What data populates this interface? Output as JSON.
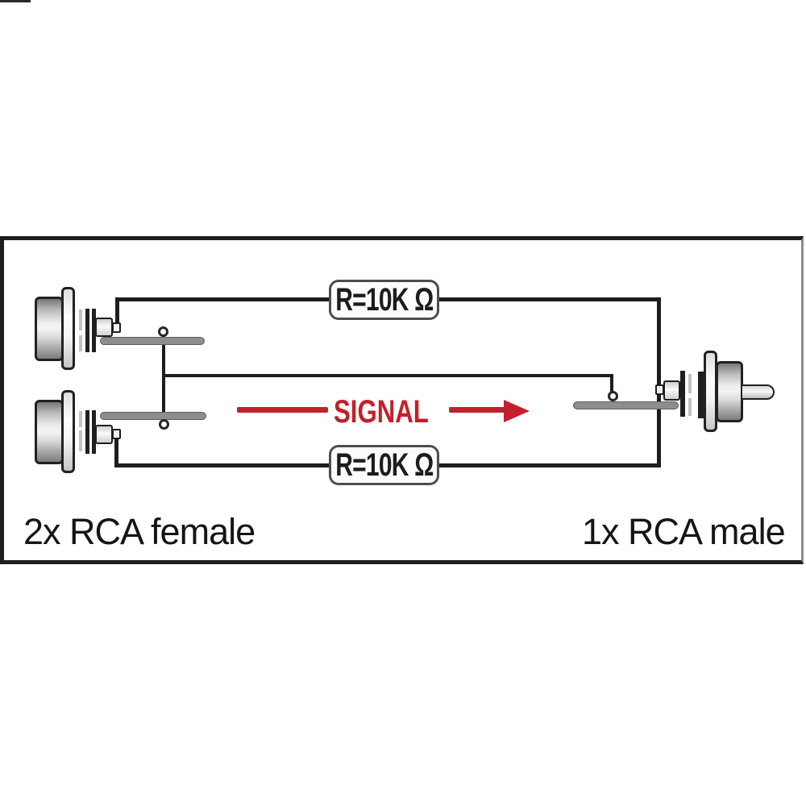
{
  "frame": {
    "border_color": "#1e1e1e",
    "background": "#ffffff"
  },
  "labels": {
    "left": "2x RCA female",
    "right": "1x RCA male"
  },
  "signal": {
    "label": "SIGNAL",
    "color": "#c2202c"
  },
  "resistors": [
    {
      "label": "R=10K Ω"
    },
    {
      "label": "R=10K Ω"
    }
  ],
  "colors": {
    "wire": "#1d1d1d",
    "ground_bar": "#8d8d8d",
    "connector_outline": "#212121"
  },
  "icons": {
    "left_top": "rca-female-connector-icon",
    "left_bottom": "rca-female-connector-icon",
    "right": "rca-male-connector-icon"
  }
}
